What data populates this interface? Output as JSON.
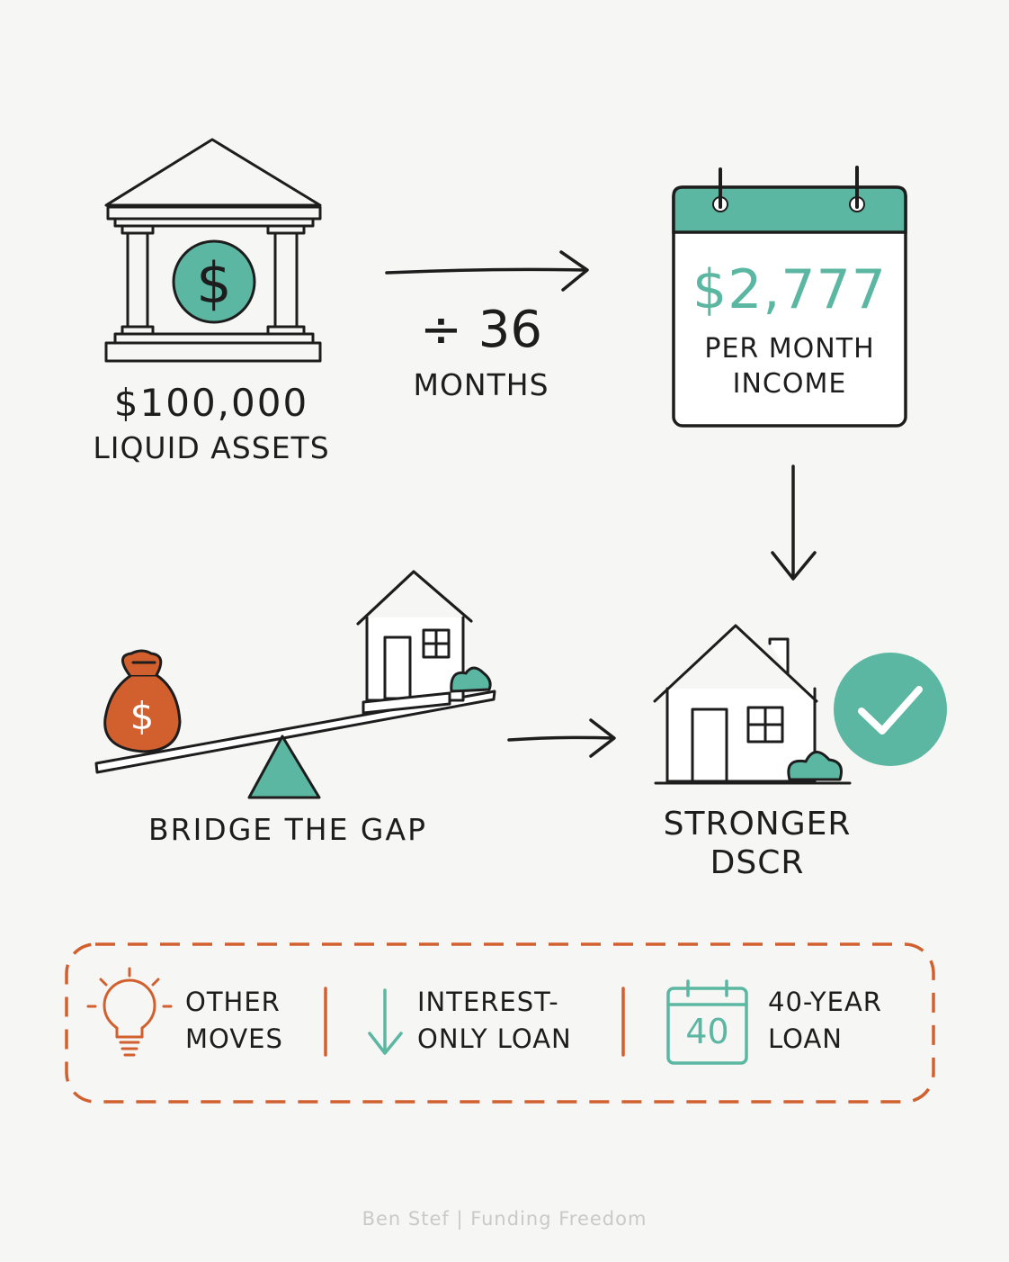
{
  "colors": {
    "ink": "#1d1d1d",
    "teal": "#5bb7a1",
    "orange": "#d2602f",
    "muted": "#c9c9c9",
    "background": "#f6f6f5"
  },
  "flow": {
    "assets": {
      "amount": "$100,000",
      "label": "LIQUID ASSETS",
      "icon": "bank-icon"
    },
    "divide": {
      "operator": "÷ 36",
      "unit": "MONTHS"
    },
    "income": {
      "amount": "$2,777",
      "line1": "PER MONTH",
      "line2": "INCOME",
      "icon": "calendar-icon"
    },
    "bridge": {
      "label": "BRIDGE THE GAP",
      "icon": "seesaw-icon"
    },
    "dscr": {
      "line1": "STRONGER",
      "line2": "DSCR",
      "icon": "house-check-icon"
    }
  },
  "other_moves": [
    {
      "line1": "OTHER",
      "line2": "MOVES",
      "icon": "lightbulb-icon"
    },
    {
      "line1": "INTEREST-",
      "line2": "ONLY LOAN",
      "icon": "arrow-down-icon"
    },
    {
      "line1": "40-YEAR",
      "line2": "LOAN",
      "icon": "calendar-40-icon",
      "badge": "40"
    }
  ],
  "credit": "Ben Stef  |  Funding Freedom"
}
